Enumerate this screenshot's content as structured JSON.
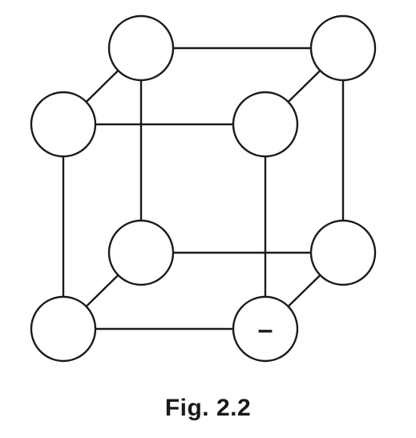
{
  "figure": {
    "caption": "Fig. 2.2",
    "nodes": [
      {
        "id": "back-top-left",
        "label": ""
      },
      {
        "id": "back-top-right",
        "label": ""
      },
      {
        "id": "front-top-left",
        "label": ""
      },
      {
        "id": "front-top-right",
        "label": ""
      },
      {
        "id": "back-bottom-left",
        "label": ""
      },
      {
        "id": "back-bottom-right",
        "label": ""
      },
      {
        "id": "front-bottom-left",
        "label": ""
      },
      {
        "id": "front-bottom-right",
        "label": "–"
      }
    ]
  }
}
